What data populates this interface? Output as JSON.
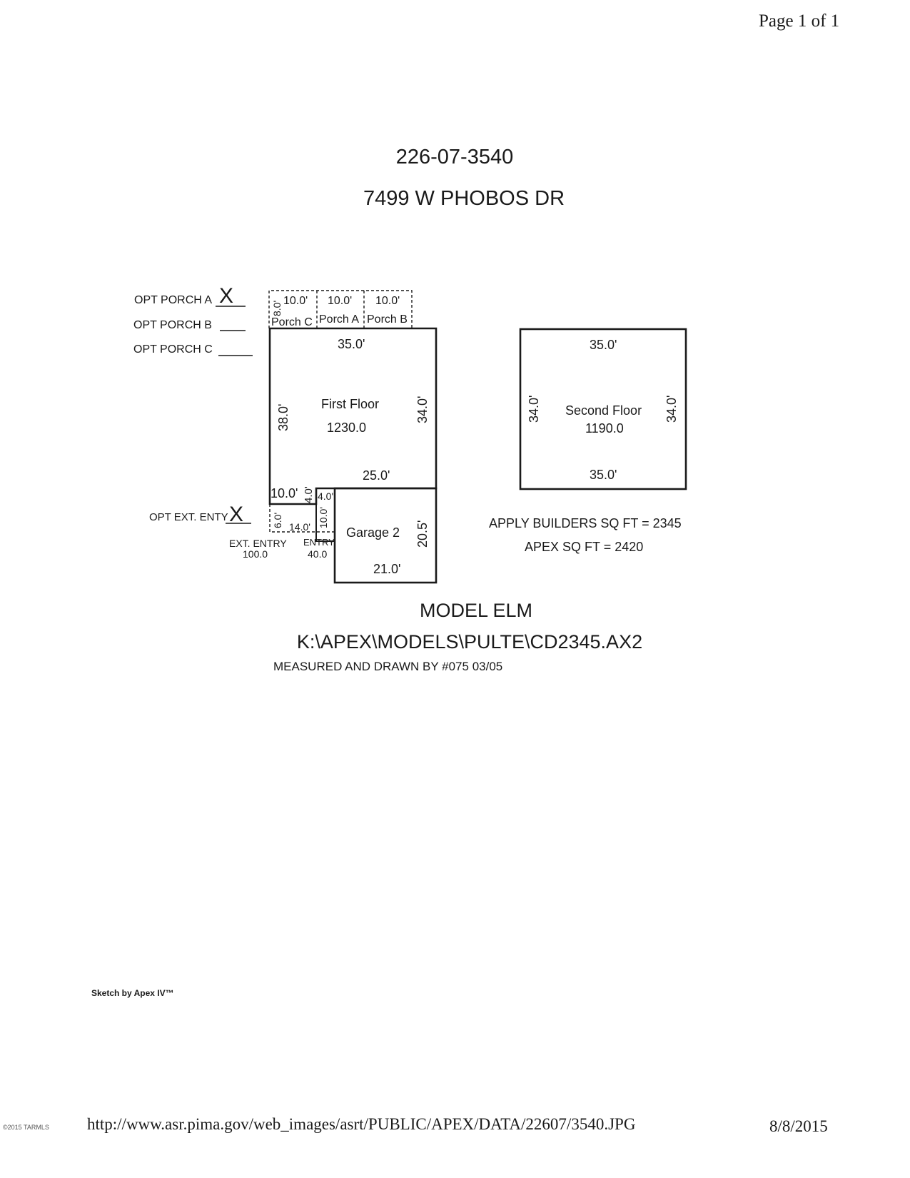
{
  "header": {
    "page_label": "Page 1 of 1"
  },
  "title": {
    "parcel": "226-07-3540",
    "address": "7499 W PHOBOS DR"
  },
  "options": {
    "porch_a": "OPT PORCH A",
    "porch_a_mark": "X",
    "porch_b": "OPT PORCH B",
    "porch_c": "OPT PORCH C",
    "ext_entry": "OPT EXT. ENTY",
    "ext_entry_mark": "X"
  },
  "porches": {
    "c_depth": "8.0'",
    "c_width": "10.0'",
    "c_name": "Porch C",
    "a_width": "10.0'",
    "a_name": "Porch A",
    "b_width": "10.0'",
    "b_name": "Porch B"
  },
  "first_floor": {
    "name": "First Floor",
    "area": "1230.0",
    "top": "35.0'",
    "left": "38.0'",
    "right": "34.0'",
    "inner": "25.0'",
    "notch_w": "10.0'",
    "notch_h": "4.0'"
  },
  "second_floor": {
    "name": "Second Floor",
    "area": "1190.0",
    "top": "35.0'",
    "bottom": "35.0'",
    "left": "34.0'",
    "right": "34.0'"
  },
  "entries": {
    "entry_w": "4.0'",
    "entry_h": "10.0'",
    "ext_h": "6.0'",
    "ext_w": "14.0'",
    "ext_name": "EXT. ENTRY",
    "ext_area": "100.0",
    "entry_name": "ENTRY",
    "entry_area": "40.0"
  },
  "garage": {
    "name": "Garage  2",
    "height": "20.5'",
    "width": "21.0'"
  },
  "summary": {
    "builders": "APPLY BUILDERS SQ FT = 2345",
    "apex": "APEX SQ FT = 2420"
  },
  "footer_text": {
    "model": "MODEL ELM",
    "path": "K:\\APEX\\MODELS\\PULTE\\CD2345.AX2",
    "measured": "MEASURED AND DRAWN BY #075   03/05",
    "credit": "Sketch by Apex IV™"
  },
  "footer": {
    "url": "http://www.asr.pima.gov/web_images/asrt/PUBLIC/APEX/DATA/22607/3540.JPG",
    "date": "8/8/2015",
    "copyright": "©2015 TARMLS"
  }
}
